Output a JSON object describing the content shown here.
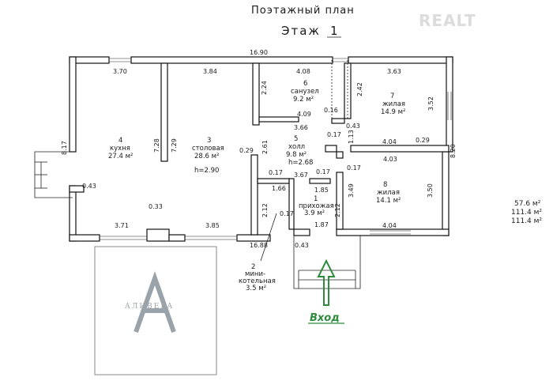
{
  "title_line1": "Поэтажный план",
  "title_line2_prefix": "Этаж",
  "floor_number": "1",
  "watermark": "REALT",
  "logo_text": "АЛИВЕРА",
  "entrance_label": "Вход",
  "rooms": [
    {
      "num": "1",
      "name": "прихожая",
      "area": "3.9 м²"
    },
    {
      "num": "2",
      "name1": "мини-",
      "name2": "котельная",
      "area": "3.5 м²"
    },
    {
      "num": "3",
      "name": "столовая",
      "area": "28.6 м²",
      "height": "h=2.90"
    },
    {
      "num": "4",
      "name": "кухня",
      "area": "27.4 м²"
    },
    {
      "num": "5",
      "name": "холл",
      "area": "9.8 м²",
      "height": "h=2.68"
    },
    {
      "num": "6",
      "name": "санузел",
      "area": "9.2 м²"
    },
    {
      "num": "7",
      "name": "жилая",
      "area": "14.9 м²"
    },
    {
      "num": "8",
      "name": "жилая",
      "area": "14.1 м²"
    }
  ],
  "totals": [
    "57.6 м²",
    "111.4 м²",
    "111.4 м²"
  ],
  "dimensions": {
    "top_overall": "16.90",
    "bottom_overall": "16.88",
    "kitchen_width": "3.70",
    "dining_width": "3.84",
    "bath_width": "4.08",
    "room7_width": "3.63",
    "bath_height": "2.24",
    "room7_height_l": "2.42",
    "room7_height_r": "3.52",
    "bath_inner": "0.16",
    "hall_top": "4.09",
    "hall_width": "3.66",
    "hall_side": "0.43",
    "hall_small": "0.17",
    "hall_small2": "1.13",
    "room7_bottom": "4.04",
    "room7_bottom_r": "0.29",
    "right_overall": "8.20",
    "room8_top": "4.03",
    "room8_left_small": "0.17",
    "room8_left": "3.49",
    "room8_right": "3.50",
    "room8_bottom": "4.04",
    "left_overall": "8.17",
    "kitchen_inner": "7.28",
    "dining_inner": "7.29",
    "dining_right_small": "0.29",
    "dining_right": "2.61",
    "left_stub": "0.43",
    "kitchen_bottom": "3.71",
    "stub_bottom": "0.33",
    "dining_bottom": "3.85",
    "boiler_small": "0.17",
    "boiler_w": "1.66",
    "hall_mid": "3.67",
    "hall_mid_small": "0.17",
    "entry_w": "1.85",
    "boiler_h": "2.12",
    "boiler_small2": "0.17",
    "entry_h": "2.12",
    "entry_bottom": "1.87",
    "entry_stub": "0.43"
  },
  "colors": {
    "arrow": "#2e8b3e",
    "wall": "#111111",
    "watermark": "#dcdcdc",
    "logo": "#9aa3aa"
  }
}
